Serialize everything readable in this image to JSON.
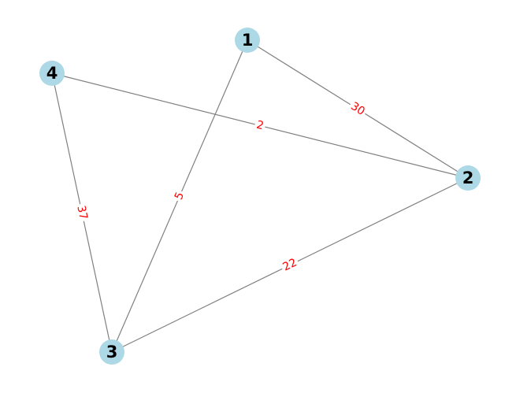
{
  "graph": {
    "nodes": [
      {
        "id": "1",
        "label": "1"
      },
      {
        "id": "2",
        "label": "2"
      },
      {
        "id": "3",
        "label": "3"
      },
      {
        "id": "4",
        "label": "4"
      }
    ],
    "edges": [
      {
        "source": "1",
        "target": "2",
        "weight": "30"
      },
      {
        "source": "1",
        "target": "3",
        "weight": "5"
      },
      {
        "source": "4",
        "target": "2",
        "weight": "2"
      },
      {
        "source": "4",
        "target": "3",
        "weight": "37"
      },
      {
        "source": "3",
        "target": "2",
        "weight": "22"
      }
    ]
  },
  "colors": {
    "node_fill": "#add8e6",
    "edge_stroke": "#808080",
    "edge_label": "#ff0000",
    "node_label": "#000000"
  }
}
